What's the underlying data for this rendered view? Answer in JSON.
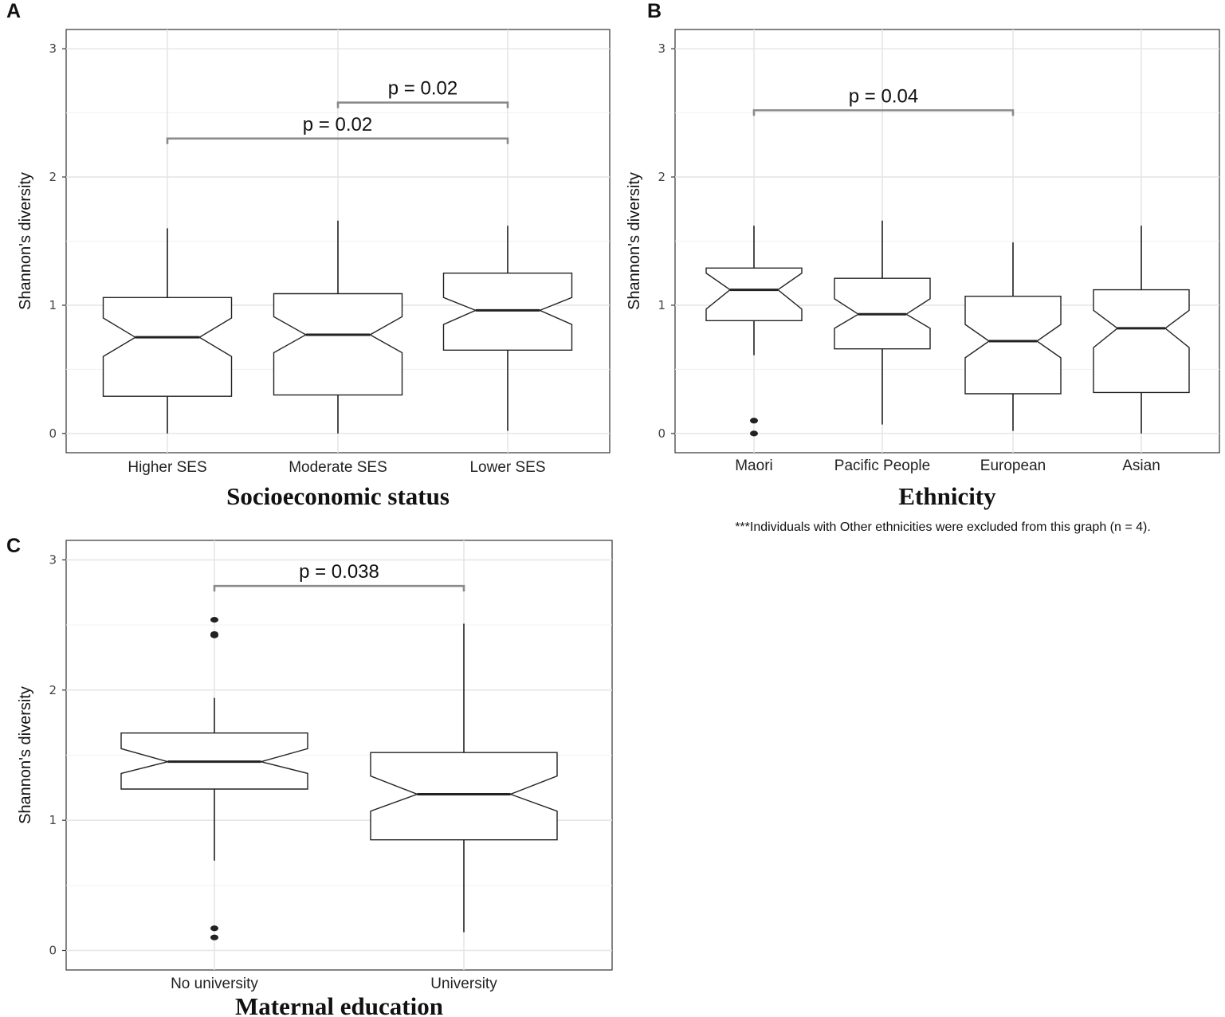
{
  "chart_data": [
    {
      "type": "box",
      "panel_label": "A",
      "title": "",
      "xlabel": "Socioeconomic status",
      "ylabel": "Shannon's diversity",
      "ylim": [
        -0.15,
        3.15
      ],
      "yticks": [
        0,
        1,
        2,
        3
      ],
      "grid": true,
      "notched": true,
      "categories": [
        "Higher SES",
        "Moderate SES",
        "Lower SES"
      ],
      "boxes": [
        {
          "min": 0.0,
          "q1": 0.29,
          "median": 0.75,
          "q3": 1.06,
          "max": 1.6,
          "notch_low": 0.6,
          "notch_high": 0.9,
          "outliers": []
        },
        {
          "min": 0.0,
          "q1": 0.3,
          "median": 0.77,
          "q3": 1.09,
          "max": 1.66,
          "notch_low": 0.63,
          "notch_high": 0.91,
          "outliers": []
        },
        {
          "min": 0.02,
          "q1": 0.65,
          "median": 0.96,
          "q3": 1.25,
          "max": 1.62,
          "notch_low": 0.85,
          "notch_high": 1.06,
          "outliers": []
        }
      ],
      "annotations": [
        {
          "text": "p = 0.02",
          "from": 2,
          "to": 3,
          "y": 2.58
        },
        {
          "text": "p = 0.02",
          "from": 1,
          "to": 3,
          "y": 2.3
        }
      ]
    },
    {
      "type": "box",
      "panel_label": "B",
      "title": "",
      "xlabel": "Ethnicity",
      "ylabel": "Shannon's diversity",
      "ylim": [
        -0.15,
        3.15
      ],
      "yticks": [
        0,
        1,
        2,
        3
      ],
      "grid": true,
      "notched": true,
      "categories": [
        "Maori",
        "Pacific People",
        "European",
        "Asian"
      ],
      "boxes": [
        {
          "min": 0.61,
          "q1": 0.88,
          "median": 1.12,
          "q3": 1.29,
          "max": 1.62,
          "notch_low": 0.97,
          "notch_high": 1.25,
          "outliers": [
            0.0,
            0.1
          ]
        },
        {
          "min": 0.07,
          "q1": 0.66,
          "median": 0.93,
          "q3": 1.21,
          "max": 1.66,
          "notch_low": 0.82,
          "notch_high": 1.05,
          "outliers": []
        },
        {
          "min": 0.02,
          "q1": 0.31,
          "median": 0.72,
          "q3": 1.07,
          "max": 1.49,
          "notch_low": 0.59,
          "notch_high": 0.85,
          "outliers": []
        },
        {
          "min": 0.0,
          "q1": 0.32,
          "median": 0.82,
          "q3": 1.12,
          "max": 1.62,
          "notch_low": 0.67,
          "notch_high": 0.96,
          "outliers": []
        }
      ],
      "annotations": [
        {
          "text": "p = 0.04",
          "from": 1,
          "to": 3,
          "y": 2.52
        }
      ],
      "footnote": "***Individuals with Other ethnicities were excluded from this graph (n = 4)."
    },
    {
      "type": "box",
      "panel_label": "C",
      "title": "",
      "xlabel": "Maternal education",
      "ylabel": "Shannon's diversity",
      "ylim": [
        -0.15,
        3.15
      ],
      "yticks": [
        0,
        1,
        2,
        3
      ],
      "grid": true,
      "notched": true,
      "categories": [
        "No university",
        "University"
      ],
      "boxes": [
        {
          "min": 0.69,
          "q1": 1.24,
          "median": 1.45,
          "q3": 1.67,
          "max": 1.94,
          "notch_low": 1.36,
          "notch_high": 1.55,
          "outliers": [
            0.1,
            0.17,
            2.42,
            2.43,
            2.54
          ]
        },
        {
          "min": 0.14,
          "q1": 0.85,
          "median": 1.2,
          "q3": 1.52,
          "max": 2.51,
          "notch_low": 1.07,
          "notch_high": 1.34,
          "outliers": []
        }
      ],
      "annotations": [
        {
          "text": "p = 0.038",
          "from": 1,
          "to": 2,
          "y": 2.8
        }
      ]
    }
  ]
}
